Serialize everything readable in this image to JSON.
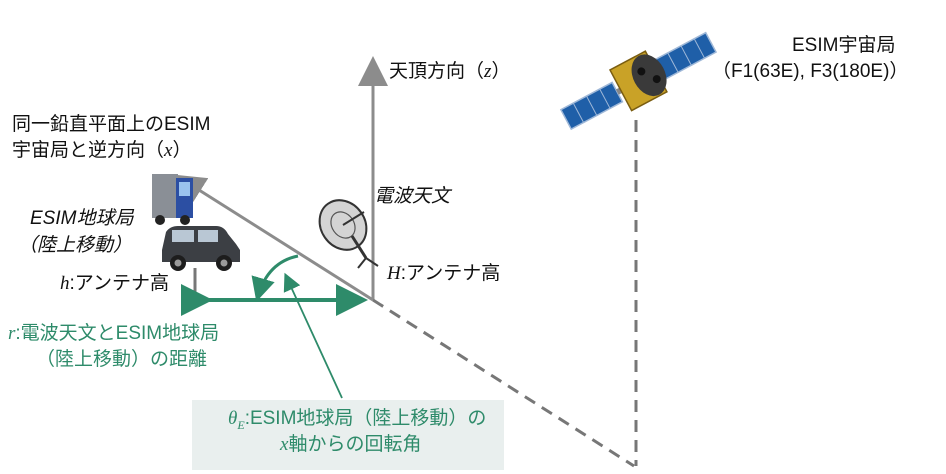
{
  "satellite": {
    "title": "ESIM宇宙局",
    "positions": "（F1(63E), F3(180E)）"
  },
  "zenith": {
    "label": "天頂方向",
    "var_open": "（",
    "var": "z",
    "var_close": "）"
  },
  "opposite": {
    "line1": "同一鉛直平面上のESIM",
    "line2": "宇宙局と逆方向",
    "var_open": "（",
    "var": "x",
    "var_close": "）"
  },
  "earth_station": {
    "line1": "ESIM地球局",
    "line2": "（陸上移動）"
  },
  "radio_astronomy": {
    "label": "電波天文"
  },
  "h_label": {
    "var": "h",
    "text": ":アンテナ高"
  },
  "H_label": {
    "var": "H",
    "text": ":アンテナ高"
  },
  "distance": {
    "var": "r",
    "line1": ":電波天文とESIM地球局",
    "line2": "（陸上移動）の距離"
  },
  "rotation": {
    "var": "θ",
    "sub": "E",
    "line1": ":ESIM地球局（陸上移動）の",
    "line2_var": "x",
    "line2": "軸からの回転角"
  },
  "colors": {
    "green": "#2e8b6a",
    "gray": "#8c8c8c",
    "dark_gray": "#6e6e6e",
    "box": "#e9efee"
  }
}
